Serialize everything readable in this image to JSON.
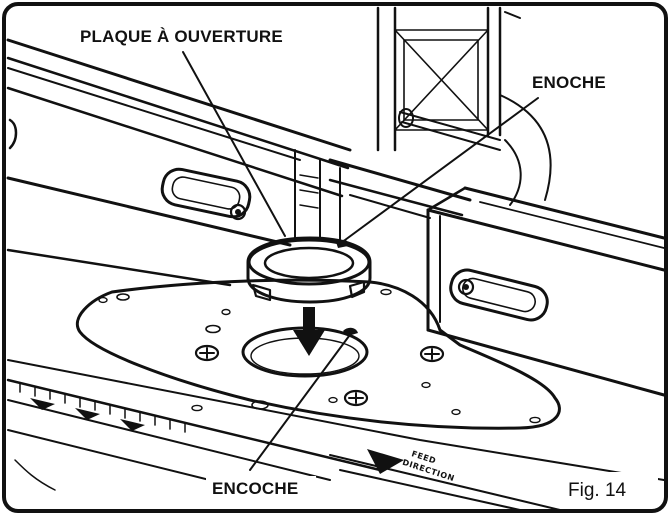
{
  "figure": {
    "callouts": {
      "top_label": "PLAQUE À OUVERTURE",
      "right_label": "ENOCHE",
      "bottom_label": "ENCOCHE"
    },
    "figure_number": "Fig. 14",
    "plate_stamp_line1": "FEED",
    "plate_stamp_line2": "DIRECTION",
    "colors": {
      "ink": "#111111",
      "paper": "#ffffff",
      "frame": "#111111"
    }
  }
}
